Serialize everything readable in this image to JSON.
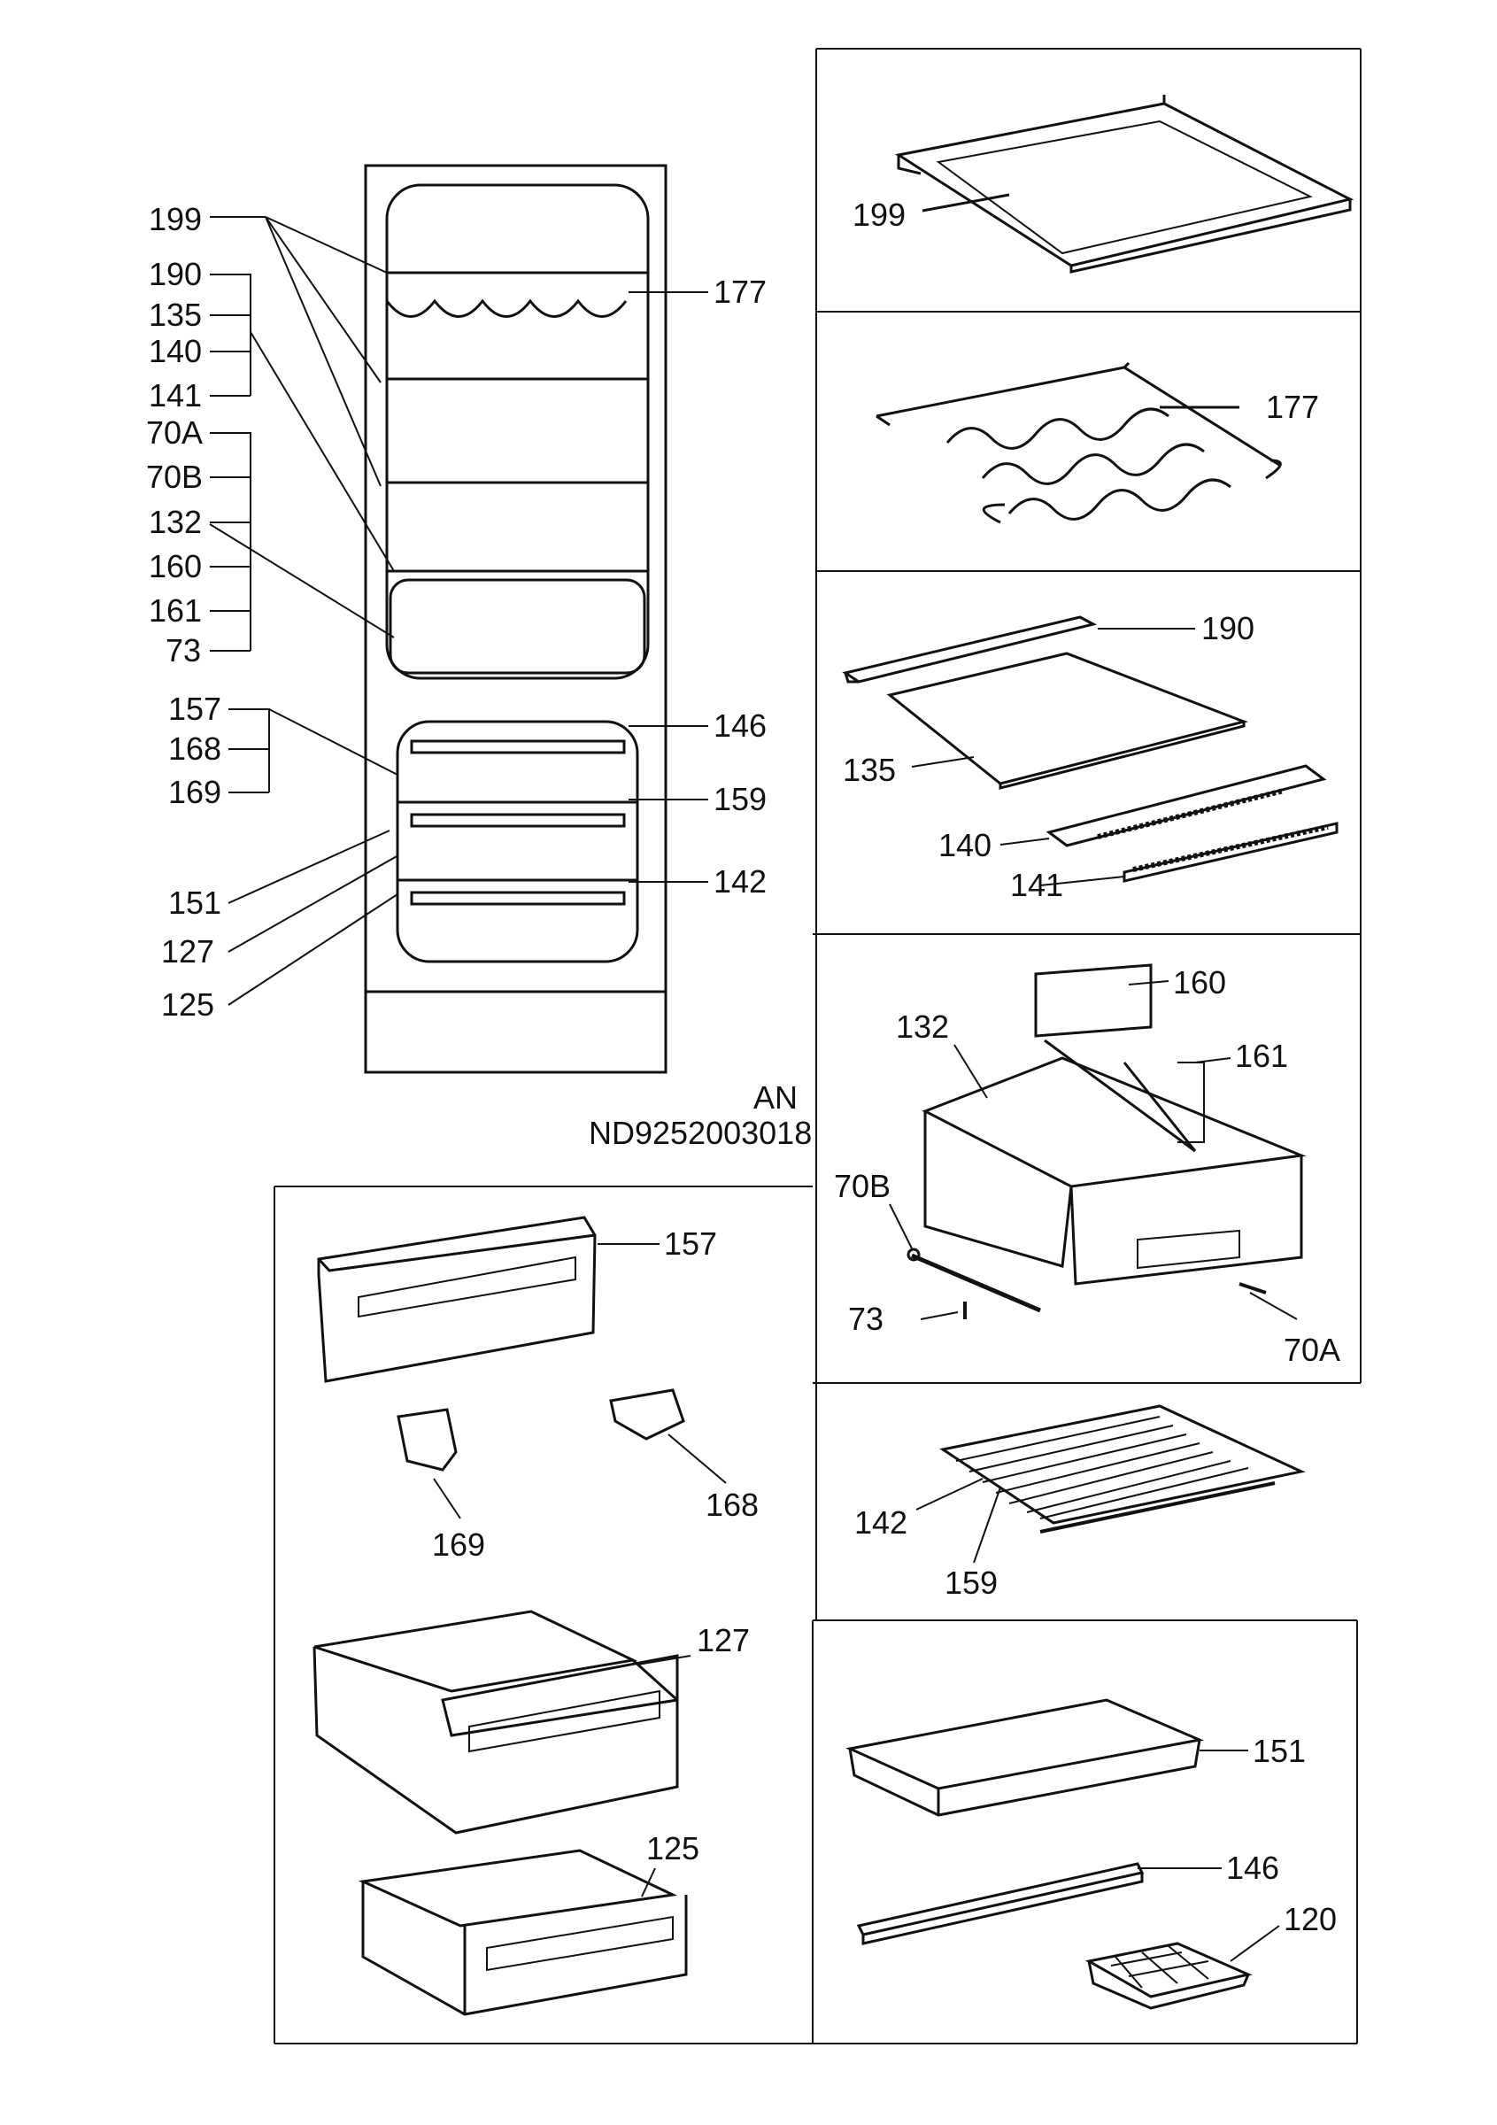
{
  "overview": {
    "callouts_left": [
      "199",
      "190",
      "135",
      "140",
      "141",
      "70A",
      "70B",
      "132",
      "160",
      "161",
      "73",
      "157",
      "168",
      "169",
      "151",
      "127",
      "125"
    ],
    "callouts_right": [
      "177",
      "146",
      "159",
      "142"
    ],
    "model_code": "AN",
    "doc_number": "ND9252003018"
  },
  "panels": {
    "shelf_glass_frame": {
      "label_199": "199"
    },
    "wine_rack": {
      "label_177": "177"
    },
    "shelf_set": {
      "label_190": "190",
      "label_135": "135",
      "label_140": "140",
      "label_141": "141"
    },
    "crisper": {
      "label_160": "160",
      "label_132": "132",
      "label_161": "161",
      "label_70b": "70B",
      "label_73": "73",
      "label_70a": "70A"
    },
    "wire_shelf": {
      "label_142": "142",
      "label_159": "159"
    },
    "freezer_parts": {
      "label_151": "151",
      "label_146": "146",
      "label_120": "120"
    },
    "freezer_drawers": {
      "label_157": "157",
      "label_169": "169",
      "label_168": "168",
      "label_127": "127",
      "label_125": "125"
    }
  },
  "colors": {
    "line": "#111111",
    "background": "#ffffff"
  },
  "icons": [
    "shelf-icon",
    "wine-rack-icon",
    "crisper-drawer-icon",
    "wire-shelf-icon",
    "ice-tray-icon",
    "freezer-drawer-icon"
  ]
}
